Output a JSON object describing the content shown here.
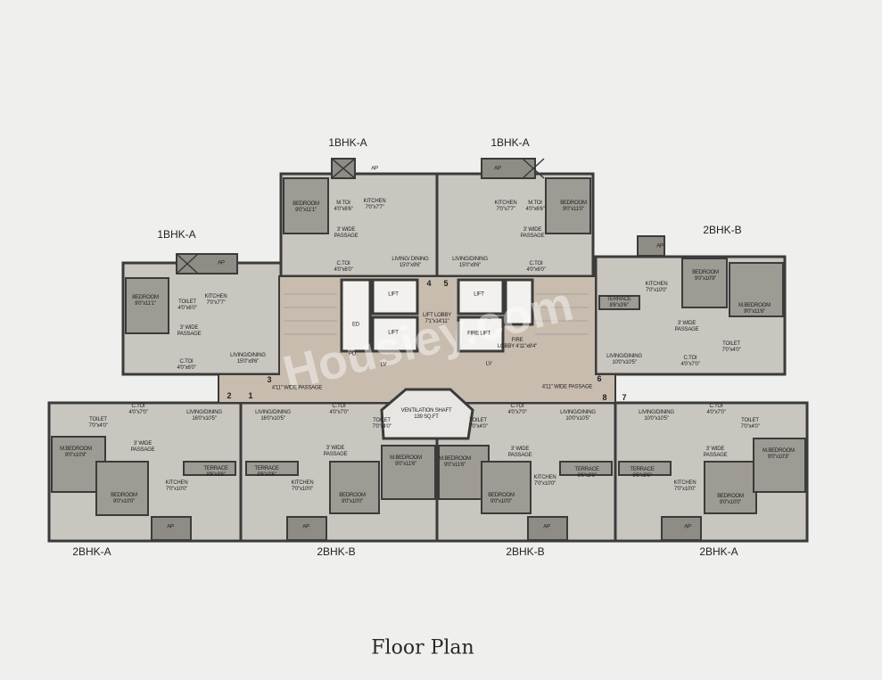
{
  "title": "Floor Plan",
  "watermark": "Housiey.com",
  "colors": {
    "background": "#efefed",
    "walls": "#3b3b3b",
    "floor": "#c9c6c0",
    "corridor": "#c8bcae",
    "room_dark": "#9e9a94"
  },
  "units": [
    {
      "label": "1BHK-A"
    },
    {
      "label": "1BHK-A"
    },
    {
      "label": "1BHK-A"
    },
    {
      "label": "2BHK-B"
    },
    {
      "label": "2BHK-A"
    },
    {
      "label": "2BHK-B"
    },
    {
      "label": "2BHK-B"
    },
    {
      "label": "2BHK-A"
    }
  ],
  "flat_numbers": [
    "1",
    "2",
    "3",
    "4",
    "5",
    "6",
    "7",
    "8"
  ],
  "rooms": [
    {
      "name": "AP",
      "size": ""
    },
    {
      "name": "BEDROOM",
      "size": "9'0\"x11'1\""
    },
    {
      "name": "M.TOI",
      "size": "4'0\"x6'6\""
    },
    {
      "name": "KITCHEN",
      "size": "7'0\"x7'7\""
    },
    {
      "name": "3' WIDE",
      "size": "PASSAGE"
    },
    {
      "name": "C.TOI",
      "size": "4'0\"x6'0\""
    },
    {
      "name": "LIVING/ DINING",
      "size": "15'0\"x9'6\""
    },
    {
      "name": "AP",
      "size": ""
    },
    {
      "name": "KITCHEN",
      "size": "7'0\"x7'7\""
    },
    {
      "name": "M.TOI",
      "size": "4'0\"x6'6\""
    },
    {
      "name": "BEDROOM",
      "size": "9'0\"x11'0\""
    },
    {
      "name": "3' WIDE",
      "size": "PASSAGE"
    },
    {
      "name": "C.TOI",
      "size": "4'0\"x6'0\""
    },
    {
      "name": "LIVING/DINING",
      "size": "15'0\"x9'6\""
    },
    {
      "name": "AP",
      "size": ""
    },
    {
      "name": "BEDROOM",
      "size": "9'0\"x11'1\""
    },
    {
      "name": "TOILET",
      "size": "4'0\"x6'0\""
    },
    {
      "name": "KITCHEN",
      "size": "7'0\"x7'7\""
    },
    {
      "name": "3' WIDE",
      "size": "PASSAGE"
    },
    {
      "name": "C.TOI",
      "size": "4'0\"x6'0\""
    },
    {
      "name": "LIVING/DINING",
      "size": "15'0\"x9'6\""
    },
    {
      "name": "LIFT",
      "size": ""
    },
    {
      "name": "LIFT",
      "size": ""
    },
    {
      "name": "LIFT",
      "size": ""
    },
    {
      "name": "FIRE LIFT",
      "size": ""
    },
    {
      "name": "LIFT LOBBY",
      "size": "7'1\"x14'11\""
    },
    {
      "name": "FIRE",
      "size": "LOBBY 4'11\"x8'4\""
    },
    {
      "name": "ED",
      "size": ""
    },
    {
      "name": "PD",
      "size": ""
    },
    {
      "name": "LV",
      "size": ""
    },
    {
      "name": "LV",
      "size": ""
    },
    {
      "name": "4'11\" WIDE PASSAGE",
      "size": ""
    },
    {
      "name": "4'11\" WIDE PASSAGE",
      "size": ""
    },
    {
      "name": "VENTILATION SHAFT",
      "size": "139 SQ.FT"
    },
    {
      "name": "AP",
      "size": ""
    },
    {
      "name": "KITCHEN",
      "size": "7'0\"x10'0\""
    },
    {
      "name": "BEDROOM",
      "size": "9'0\"x10'9\""
    },
    {
      "name": "M.BEDROOM",
      "size": "9'0\"x11'6\""
    },
    {
      "name": "TERRACE",
      "size": "8'6\"x3'6\""
    },
    {
      "name": "3' WIDE",
      "size": "PASSAGE"
    },
    {
      "name": "TOILET",
      "size": "7'0\"x4'0\""
    },
    {
      "name": "C.TOI",
      "size": "4'0\"x7'0\""
    },
    {
      "name": "LIVING/DINING",
      "size": "10'0\"x10'5\""
    },
    {
      "name": "C.TOI",
      "size": "4'0\"x7'0\""
    },
    {
      "name": "TOILET",
      "size": "7'0\"x4'0\""
    },
    {
      "name": "M.BEDROOM",
      "size": "9'0\"x10'9\""
    },
    {
      "name": "3' WIDE",
      "size": "PASSAGE"
    },
    {
      "name": "LIVING/DINING",
      "size": "16'0\"x10'5\""
    },
    {
      "name": "TERRACE",
      "size": "8'6\"x3'6\""
    },
    {
      "name": "KITCHEN",
      "size": "7'0\"x10'0\""
    },
    {
      "name": "BEDROOM",
      "size": "9'0\"x10'0\""
    },
    {
      "name": "AP",
      "size": ""
    },
    {
      "name": "LIVING/DINING",
      "size": "16'0\"x10'5\""
    },
    {
      "name": "C.TOI",
      "size": "4'0\"x7'0\""
    },
    {
      "name": "TOILET",
      "size": "7'0\"x4'0\""
    },
    {
      "name": "3' WIDE",
      "size": "PASSAGE"
    },
    {
      "name": "TERRACE",
      "size": "8'6\"x3'6\""
    },
    {
      "name": "KITCHEN",
      "size": "7'0\"x10'0\""
    },
    {
      "name": "BEDROOM",
      "size": "9'0\"x10'0\""
    },
    {
      "name": "AP",
      "size": ""
    },
    {
      "name": "M.BEDROOM",
      "size": "9'0\"x11'6\""
    },
    {
      "name": "M.BEDROOM",
      "size": "9'0\"x11'6\""
    },
    {
      "name": "TOILET",
      "size": "7'0\"x4'0\""
    },
    {
      "name": "C.TOI",
      "size": "4'0\"x7'0\""
    },
    {
      "name": "LIVING/DINING",
      "size": "10'0\"x10'5\""
    },
    {
      "name": "3' WIDE",
      "size": "PASSAGE"
    },
    {
      "name": "TERRACE",
      "size": "8'6\"x3'6\""
    },
    {
      "name": "KITCHEN",
      "size": "7'0\"x10'0\""
    },
    {
      "name": "BEDROOM",
      "size": "9'0\"x10'0\""
    },
    {
      "name": "AP",
      "size": ""
    },
    {
      "name": "LIVING/DINING",
      "size": "10'0\"x10'5\""
    },
    {
      "name": "C.TOI",
      "size": "4'0\"x7'0\""
    },
    {
      "name": "TOILET",
      "size": "7'0\"x4'0\""
    },
    {
      "name": "3' WIDE",
      "size": "PASSAGE"
    },
    {
      "name": "TERRACE",
      "size": "8'6\"x3'6\""
    },
    {
      "name": "KITCHEN",
      "size": "7'0\"x10'0\""
    },
    {
      "name": "BEDROOM",
      "size": "9'0\"x10'0\""
    },
    {
      "name": "M.BEDROOM",
      "size": "9'0\"x10'3\""
    },
    {
      "name": "AP",
      "size": ""
    }
  ]
}
